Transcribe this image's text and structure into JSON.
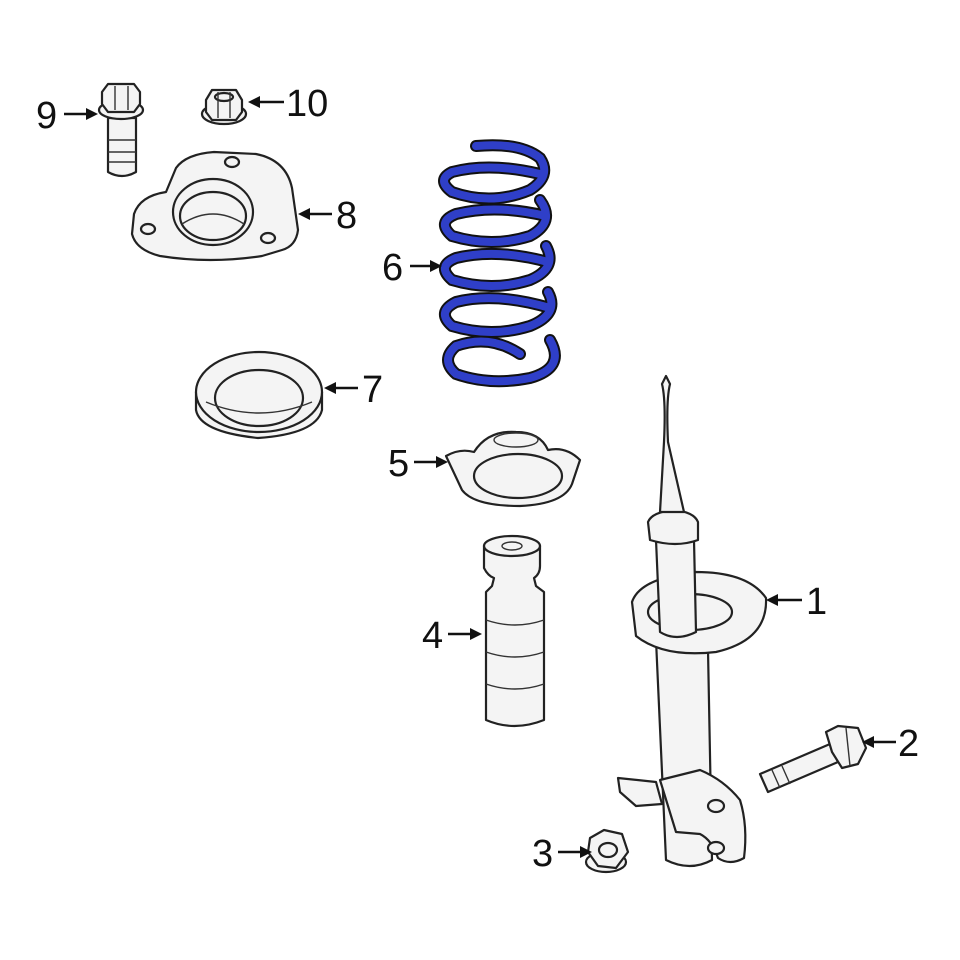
{
  "callouts": [
    {
      "id": "1",
      "text": "1"
    },
    {
      "id": "2",
      "text": "2"
    },
    {
      "id": "3",
      "text": "3"
    },
    {
      "id": "4",
      "text": "4"
    },
    {
      "id": "5",
      "text": "5"
    },
    {
      "id": "6",
      "text": "6"
    },
    {
      "id": "7",
      "text": "7"
    },
    {
      "id": "8",
      "text": "8"
    },
    {
      "id": "9",
      "text": "9"
    },
    {
      "id": "10",
      "text": "10"
    }
  ],
  "colors": {
    "highlight_part": "#2f3fc8",
    "line": "#222222",
    "part_fill": "#f4f4f4",
    "background": "#ffffff"
  }
}
